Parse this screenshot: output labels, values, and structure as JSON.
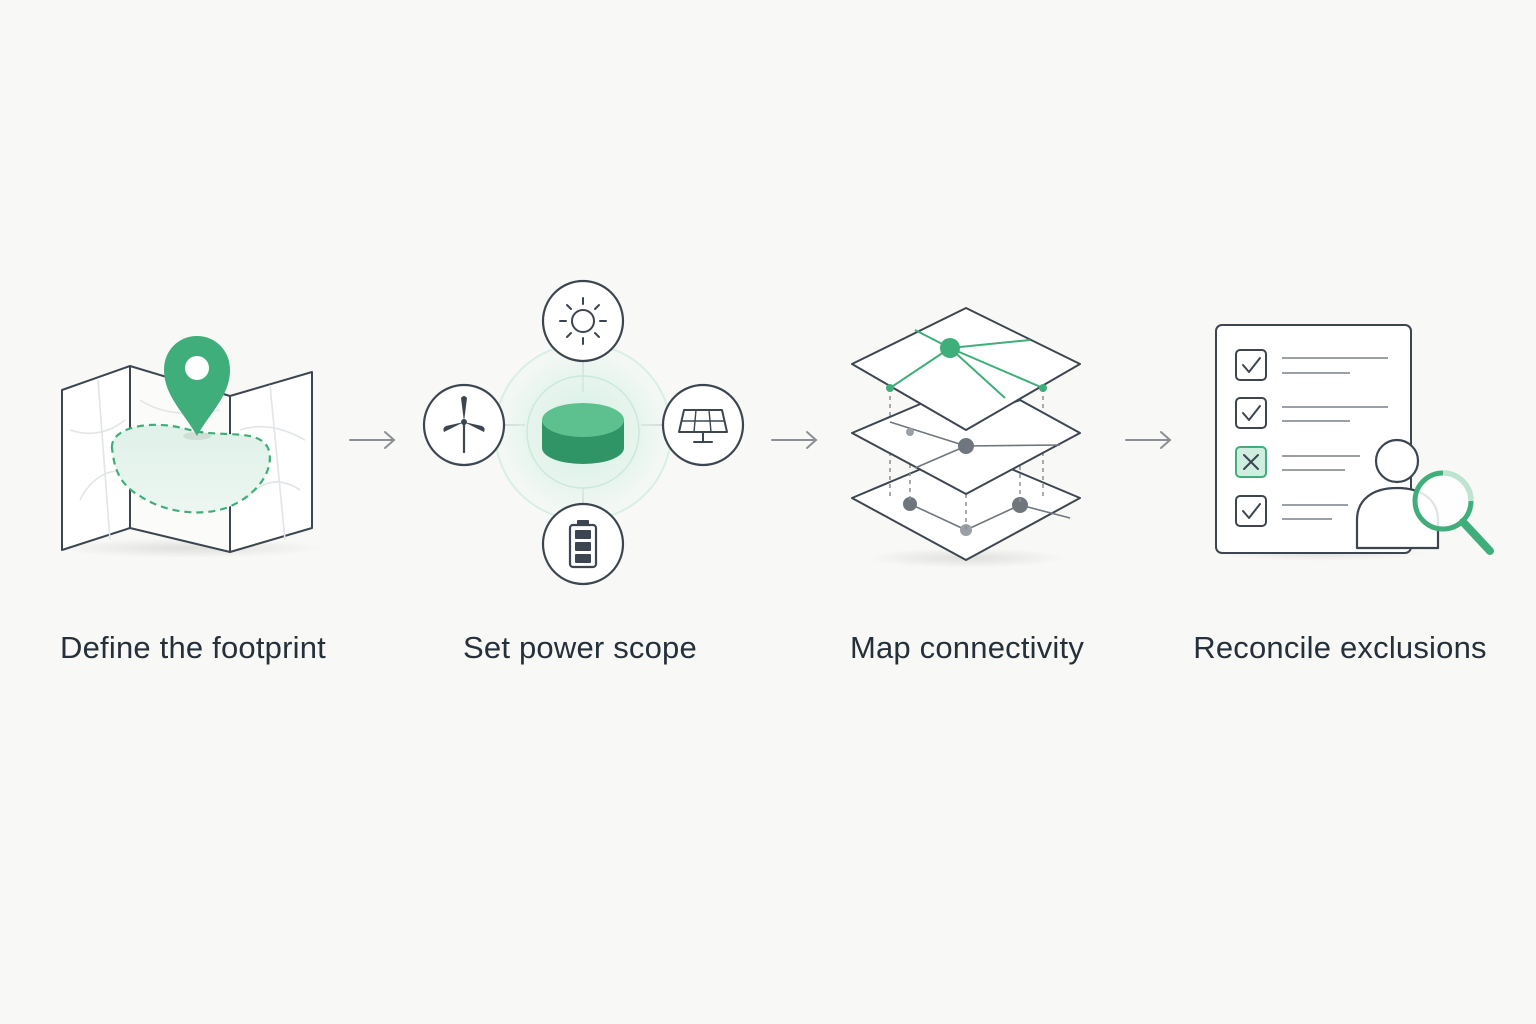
{
  "colors": {
    "background": "#f8f8f6",
    "accent": "#3fae7a",
    "accent_light": "#cfeee0",
    "line": "#3d4650",
    "muted": "#9aa0a6",
    "text": "#26303a"
  },
  "steps": [
    {
      "label": "Define the footprint",
      "icon": "map-pin-icon"
    },
    {
      "label": "Set power scope",
      "icon": "power-hub-icon"
    },
    {
      "label": "Map connectivity",
      "icon": "layered-network-icon"
    },
    {
      "label": "Reconcile exclusions",
      "icon": "checklist-review-icon"
    }
  ],
  "power_sources": [
    "sun-icon",
    "solar-panel-icon",
    "battery-icon",
    "wind-turbine-icon"
  ],
  "checklist": {
    "items": [
      {
        "state": "checked"
      },
      {
        "state": "checked"
      },
      {
        "state": "excluded"
      },
      {
        "state": "checked"
      }
    ]
  }
}
